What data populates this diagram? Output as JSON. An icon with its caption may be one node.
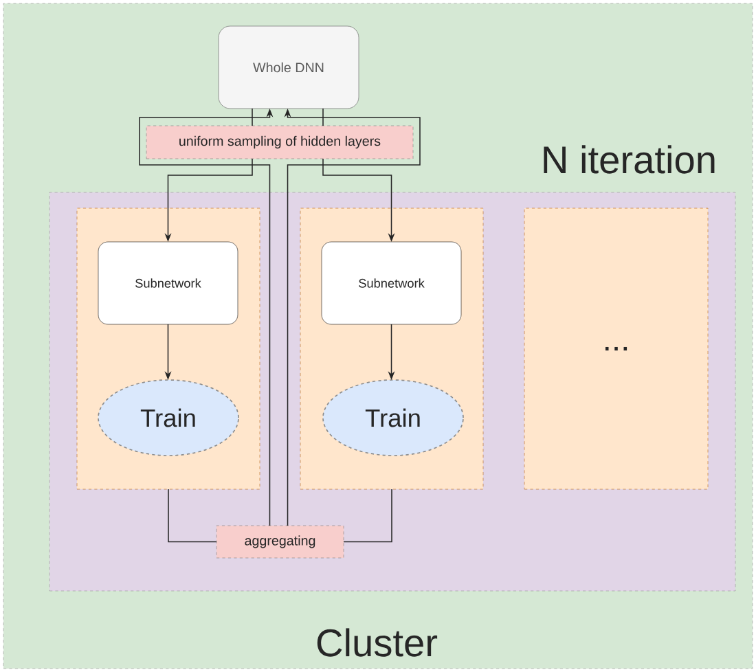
{
  "diagram": {
    "nodes": [
      {
        "text": [
          "Cluster"
        ]
      },
      {
        "text": [
          "Whole DNN"
        ],
        "in": 0
      },
      {
        "text": [
          "uniform sampling of hidden layers"
        ],
        "in": 0
      },
      {
        "text": [
          "N iteration"
        ],
        "in": 0
      },
      {
        "text": [],
        "shape": "box",
        "in": 3
      },
      {
        "text": [
          "Subnetwork"
        ],
        "in": 4
      },
      {
        "text": [
          "Train"
        ],
        "in": 4
      },
      {
        "text": [],
        "shape": "box",
        "in": 3
      },
      {
        "text": [
          "Subnetwork"
        ],
        "in": 7
      },
      {
        "text": [
          "Train"
        ],
        "in": 7
      },
      {
        "text": [
          "..."
        ],
        "in": 3
      },
      {
        "text": [
          "aggregating"
        ],
        "in": 3
      }
    ],
    "edges": [
      {
        "from": 1,
        "to": 2,
        "arrow": "none"
      },
      {
        "from": 1,
        "to": 2,
        "arrow": "none"
      },
      {
        "from": 2,
        "to": 5,
        "arrow": "to"
      },
      {
        "from": 2,
        "to": 8,
        "arrow": "to"
      },
      {
        "from": 5,
        "to": 6,
        "arrow": "to"
      },
      {
        "from": 8,
        "to": 9,
        "arrow": "to"
      },
      {
        "from": 4,
        "to": 11,
        "arrow": "none"
      },
      {
        "from": 7,
        "to": 11,
        "arrow": "none"
      },
      {
        "from": 11,
        "to": 1,
        "arrow": "to"
      },
      {
        "from": 11,
        "to": 1,
        "arrow": "to"
      }
    ]
  }
}
